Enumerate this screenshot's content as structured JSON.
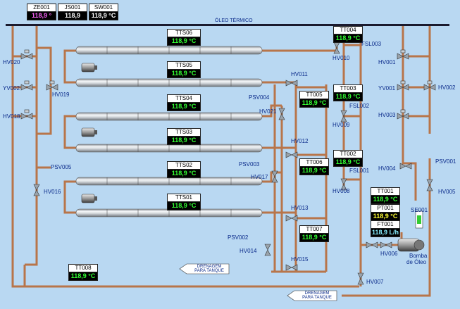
{
  "header_tags": [
    {
      "id": "ZE001",
      "value": "118,9 °",
      "style": "purple"
    },
    {
      "id": "JS001",
      "value": "118,9",
      "style": "white"
    },
    {
      "id": "SW001",
      "value": "118,9 °C",
      "style": "white"
    }
  ],
  "main_line_label": "ÓLEO TÉRMICO",
  "tube_tags": [
    {
      "id": "TTS06",
      "value": "118,9 °C"
    },
    {
      "id": "TTS05",
      "value": "118,9 °C"
    },
    {
      "id": "TTS04",
      "value": "118,9 °C"
    },
    {
      "id": "TTS03",
      "value": "118,9 °C"
    },
    {
      "id": "TTS02",
      "value": "118,9 °C"
    },
    {
      "id": "TTS01",
      "value": "118,9 °C"
    }
  ],
  "instrument_tags": {
    "TT004": {
      "id": "TT004",
      "value": "118,9 °C",
      "style": "green"
    },
    "TT003": {
      "id": "TT003",
      "value": "118,9 °C",
      "style": "green"
    },
    "TT002": {
      "id": "TT002",
      "value": "118,9 °C",
      "style": "green"
    },
    "TT005": {
      "id": "TT005",
      "value": "118,9 °C",
      "style": "green"
    },
    "TT006": {
      "id": "TT006",
      "value": "118,9 °C",
      "style": "green"
    },
    "TT007": {
      "id": "TT007",
      "value": "118,9 °C",
      "style": "green"
    },
    "TT008": {
      "id": "TT008",
      "value": "118,9 °C",
      "style": "green"
    },
    "TT001": {
      "id": "TT001",
      "value": "118,9 °C",
      "style": "green"
    },
    "PT001": {
      "id": "PT001",
      "value": "118,9 °C",
      "style": "yellow"
    },
    "FT001": {
      "id": "FT001",
      "value": "118,9 L/h",
      "style": "cyan"
    }
  },
  "valve_labels": {
    "HV020": "HV020",
    "YV002": "YV002",
    "HV018": "HV018",
    "HV019": "HV019",
    "HV016": "HV016",
    "PSV005": "PSV005",
    "HV011": "HV011",
    "PSV004": "PSV004",
    "HV021": "HV021",
    "HV012": "HV012",
    "PSV003": "PSV003",
    "HV017": "HV017",
    "HV013": "HV013",
    "PSV002": "PSV002",
    "HV014": "HV014",
    "HV015": "HV015",
    "HV010": "HV010",
    "FSL003": "FSL003",
    "HV009": "HV009",
    "FSL002": "FSL002",
    "HV008": "HV008",
    "FSL001": "FSL001",
    "HV001": "HV001",
    "YV001": "YV001",
    "HV003": "HV003",
    "HV002": "HV002",
    "HV004": "HV004",
    "PSV001": "PSV001",
    "HV005": "HV005",
    "HV006": "HV006",
    "HV007": "HV007",
    "SE001": "SE001"
  },
  "pump_label_line1": "Bomba",
  "pump_label_line2": "de Óleo",
  "drain_left": {
    "line1": "DRENAGEM",
    "line2": "PARA TANQUE"
  },
  "drain_bottom": {
    "line1": "DRENAGEM",
    "line2": "PARA TANQUE"
  },
  "colors": {
    "background": "#b9d8f2",
    "pipe": "#b8754a",
    "value_green": "#33ff33",
    "label_blue": "#0a2a8a"
  }
}
